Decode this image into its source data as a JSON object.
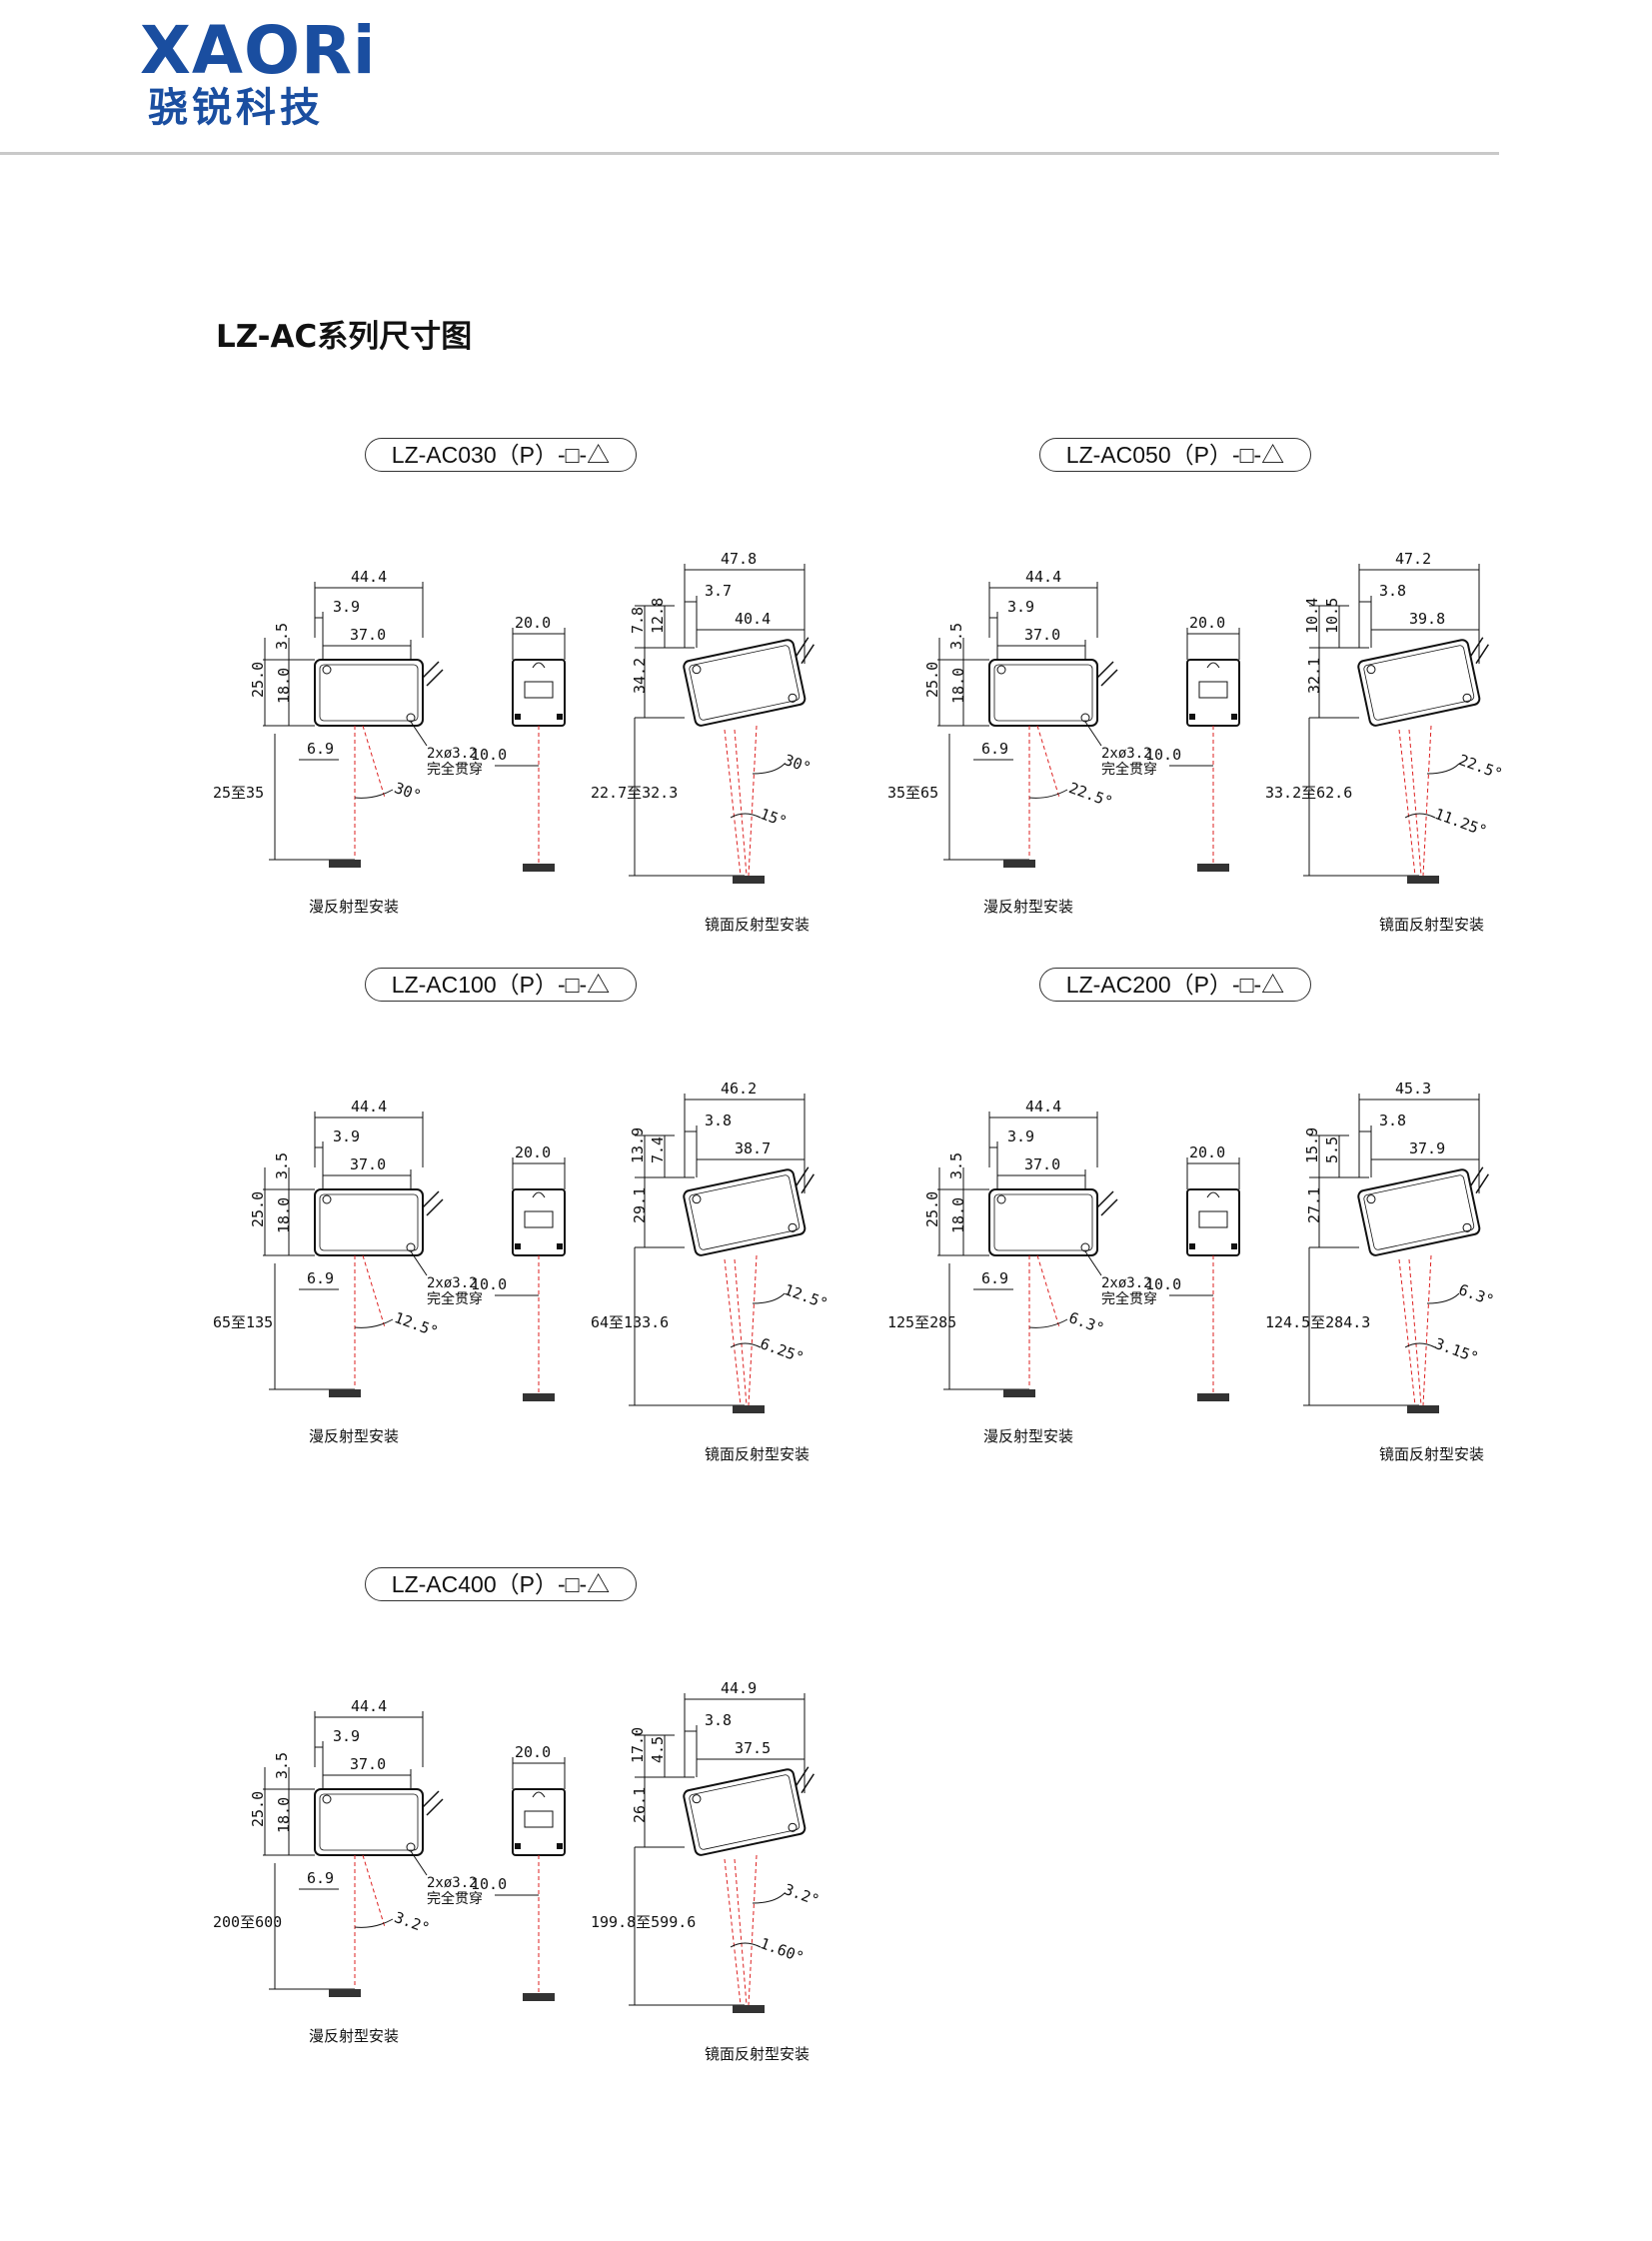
{
  "header": {
    "brand_en": "XAORi",
    "brand_cn": "骁锐科技"
  },
  "page_title": "LZ-AC系列尺寸图",
  "common": {
    "hole_note_1": "2xø3.2",
    "hole_note_2": "完全贯穿",
    "side_width": "20.0",
    "side_offset": "10.0",
    "diffuse_caption": "漫反射型安装",
    "mirror_caption": "镜面反射型安装",
    "dim_height": "25.0",
    "dim_inner": "18.0",
    "dim_top": "3.5",
    "dim_width": "44.4",
    "dim_offset": "3.9",
    "dim_body": "37.0",
    "dim_hole": "6.9"
  },
  "models": [
    {
      "name": "LZ-AC030（P）-□-△",
      "diffuse": {
        "range": "25至35",
        "angle": "30°"
      },
      "mirror": {
        "width": "47.8",
        "offset": "3.7",
        "body": "40.4",
        "top_a": "7.8",
        "top_b": "12.8",
        "height": "34.2",
        "range": "22.7至32.3",
        "angle_a": "30°",
        "angle_b": "15°"
      }
    },
    {
      "name": "LZ-AC050（P）-□-△",
      "diffuse": {
        "range": "35至65",
        "angle": "22.5°"
      },
      "mirror": {
        "width": "47.2",
        "offset": "3.8",
        "body": "39.8",
        "top_a": "10.4",
        "top_b": "10.5",
        "height": "32.1",
        "range": "33.2至62.6",
        "angle_a": "22.5°",
        "angle_b": "11.25°"
      }
    },
    {
      "name": "LZ-AC100（P）-□-△",
      "diffuse": {
        "range": "65至135",
        "angle": "12.5°"
      },
      "mirror": {
        "width": "46.2",
        "offset": "3.8",
        "body": "38.7",
        "top_a": "13.9",
        "top_b": "7.4",
        "height": "29.1",
        "range": "64至133.6",
        "angle_a": "12.5°",
        "angle_b": "6.25°"
      }
    },
    {
      "name": "LZ-AC200（P）-□-△",
      "diffuse": {
        "range": "125至285",
        "angle": "6.3°"
      },
      "mirror": {
        "width": "45.3",
        "offset": "3.8",
        "body": "37.9",
        "top_a": "15.9",
        "top_b": "5.5",
        "height": "27.1",
        "range": "124.5至284.3",
        "angle_a": "6.3°",
        "angle_b": "3.15°"
      }
    },
    {
      "name": "LZ-AC400（P）-□-△",
      "diffuse": {
        "range": "200至600",
        "angle": "3.2°"
      },
      "mirror": {
        "width": "44.9",
        "offset": "3.8",
        "body": "37.5",
        "top_a": "17.0",
        "top_b": "4.5",
        "height": "26.1",
        "range": "199.8至599.6",
        "angle_a": "3.2°",
        "angle_b": "1.60°"
      }
    }
  ]
}
